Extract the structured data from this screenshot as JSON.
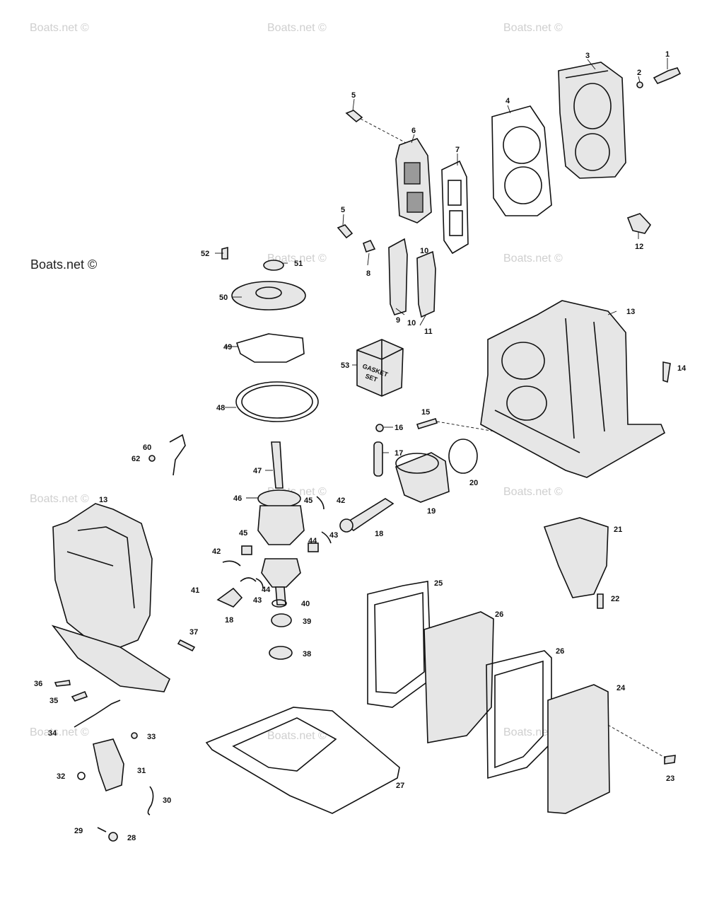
{
  "watermarks": {
    "main": "Boats.net ©",
    "faint": "Boats.net ©"
  },
  "gasket_box": {
    "line1": "GASKET",
    "line2": "SET"
  },
  "callouts": [
    "1",
    "2",
    "3",
    "4",
    "5",
    "5",
    "6",
    "7",
    "8",
    "9",
    "10",
    "10",
    "11",
    "12",
    "13",
    "13",
    "14",
    "15",
    "16",
    "17",
    "18",
    "18",
    "19",
    "20",
    "21",
    "22",
    "23",
    "24",
    "25",
    "26",
    "26",
    "27",
    "28",
    "29",
    "30",
    "31",
    "32",
    "33",
    "34",
    "35",
    "36",
    "37",
    "38",
    "39",
    "40",
    "41",
    "42",
    "42",
    "43",
    "43",
    "44",
    "44",
    "45",
    "45",
    "46",
    "47",
    "48",
    "49",
    "50",
    "51",
    "52",
    "53",
    "60",
    "62"
  ]
}
